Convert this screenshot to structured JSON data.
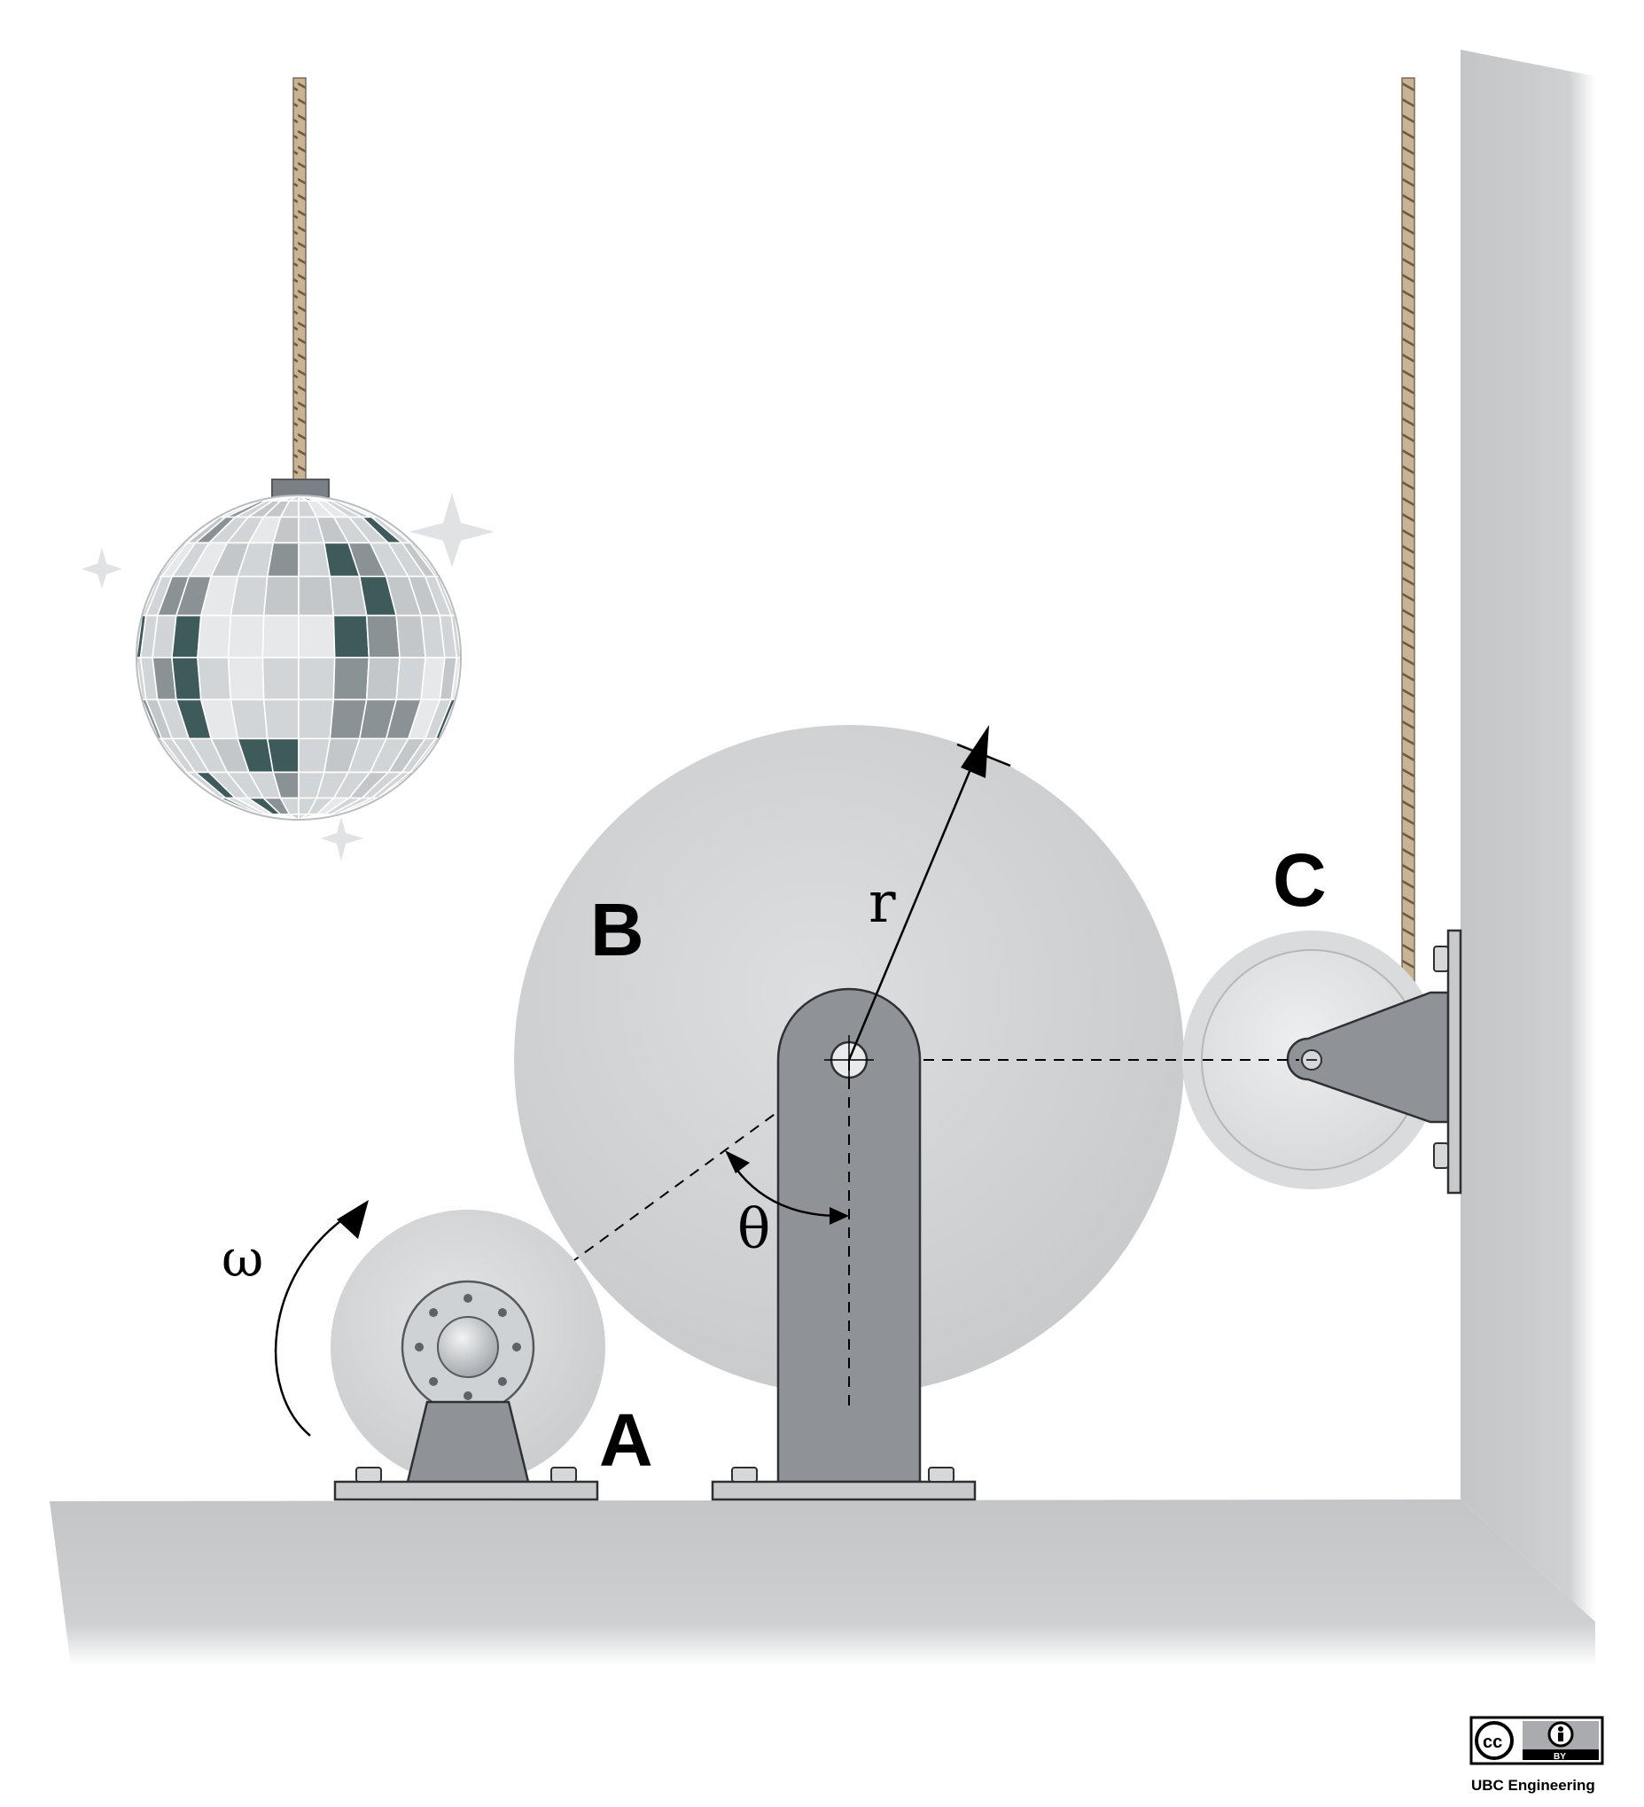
{
  "labels": {
    "wheel_a": "A",
    "wheel_b": "B",
    "wheel_c": "C",
    "radius": "r",
    "angle": "θ",
    "angular_velocity": "ω"
  },
  "license": {
    "badge_cc": "cc",
    "badge_by": "BY",
    "credit": "UBC Engineering"
  },
  "icons": [
    "disco-ball-icon",
    "sparkle-icon",
    "cc-by-license-icon",
    "rope-icon"
  ],
  "colors": {
    "wall": "#c6c7c9",
    "wheel_light": "#d6d8da",
    "bracket": "#8f9397",
    "base_plate": "#c8cacc",
    "rope": "#bfa888",
    "disco_dark": "#3f5a5b",
    "disco_mid": "#8a9296",
    "disco_light": "#d2d5d7"
  }
}
